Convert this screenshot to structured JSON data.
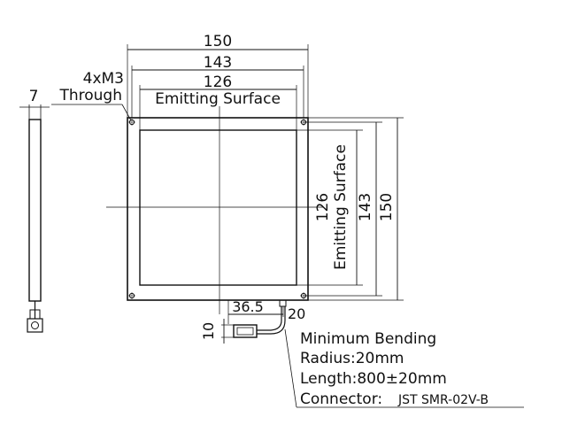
{
  "dims": {
    "outer_width": "150",
    "mount_pitch": "143",
    "emit_width": "126",
    "emit_width_label": "Emitting Surface",
    "outer_height": "150",
    "mount_pitch_v": "143",
    "emit_height": "126",
    "emit_height_label": "Emitting Surface",
    "thickness": "7",
    "cable_offset": "36.5",
    "cable_exit": "20",
    "connector_height": "10"
  },
  "holes": {
    "line1": "4xM3",
    "line2": "Through"
  },
  "cable_notes": {
    "bending_line1": "Minimum Bending",
    "bending_line2": "Radius:20mm",
    "length": "Length:800±20mm",
    "connector_label": "Connector:",
    "connector_part": "JST SMR-02V-B"
  },
  "colors": {
    "line": "#111111",
    "background": "#ffffff"
  }
}
